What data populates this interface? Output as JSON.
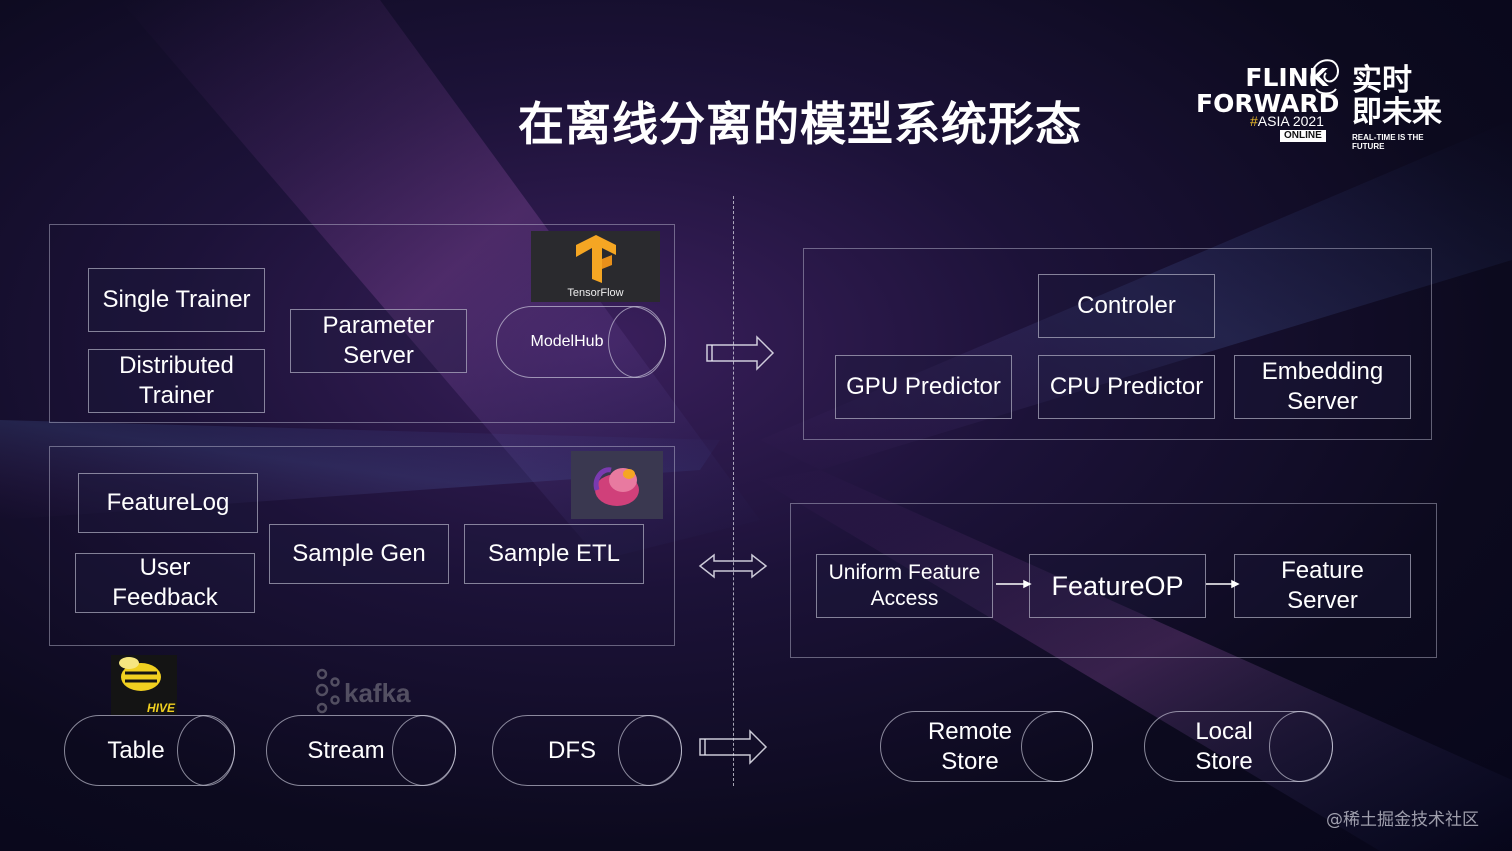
{
  "title": "在离线分离的模型系统形态",
  "logo": {
    "line1": "FLINK",
    "line2": "FORWARD",
    "hash": "#",
    "asia": "ASIA 2021",
    "online": "ONLINE",
    "cn_line1": "实时",
    "cn_line2": "即未来",
    "tagline": "REAL-TIME IS THE FUTURE"
  },
  "training": {
    "single_trainer": "Single Trainer",
    "distributed_trainer_l1": "Distributed",
    "distributed_trainer_l2": "Trainer",
    "parameter_server_l1": "Parameter",
    "parameter_server_l2": "Server",
    "modelhub": "ModelHub",
    "tensorflow": "TensorFlow"
  },
  "sample": {
    "featurelog": "FeatureLog",
    "user_feedback_l1": "User",
    "user_feedback_l2": "Feedback",
    "sample_gen": "Sample Gen",
    "sample_etl": "Sample ETL"
  },
  "storage": {
    "hive": "HIVE",
    "kafka": "kafka",
    "table": "Table",
    "stream": "Stream",
    "dfs": "DFS"
  },
  "serving": {
    "controler": "Controler",
    "gpu_predictor": "GPU Predictor",
    "cpu_predictor": "CPU Predictor",
    "embedding_server_l1": "Embedding",
    "embedding_server_l2": "Server"
  },
  "feature": {
    "uniform_l1": "Uniform Feature",
    "uniform_l2": "Access",
    "featureop": "FeatureOP",
    "feature_server_l1": "Feature",
    "feature_server_l2": "Server"
  },
  "online_storage": {
    "remote_l1": "Remote",
    "remote_l2": "Store",
    "local_l1": "Local",
    "local_l2": "Store"
  },
  "watermark": "@稀土掘金技术社区",
  "colors": {
    "background": "#0c0a1e",
    "tf_orange": "#f5a623",
    "hive_yellow": "#f0d020"
  }
}
